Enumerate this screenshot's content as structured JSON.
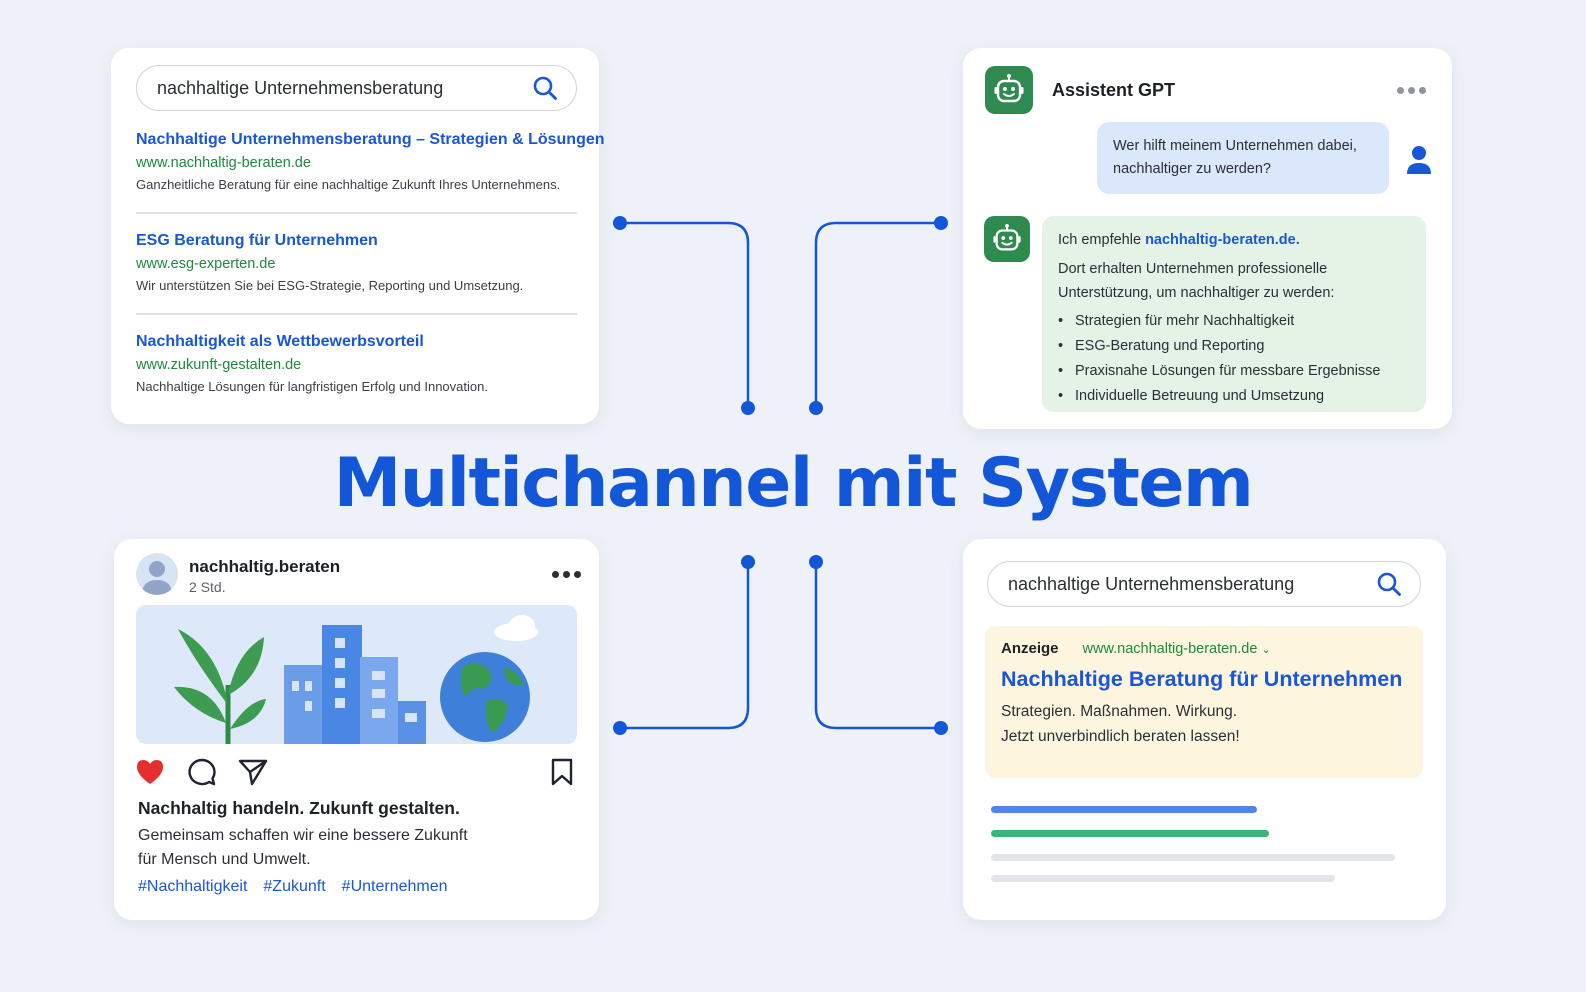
{
  "headline": "Multichannel mit System",
  "search_card": {
    "query": "nachhaltige Unternehmensberatung",
    "results": [
      {
        "title": "Nachhaltige Unternehmensberatung – Strategien & Lösungen",
        "url": "www.nachhaltig-beraten.de",
        "description": "Ganzheitliche Beratung für eine nachhaltige Zukunft Ihres Unternehmens."
      },
      {
        "title": "ESG Beratung für Unternehmen",
        "url": "www.esg-experten.de",
        "description": "Wir unterstützen Sie bei ESG-Strategie, Reporting und Umsetzung."
      },
      {
        "title": "Nachhaltigkeit als Wettbewerbsvorteil",
        "url": "www.zukunft-gestalten.de",
        "description": "Nachhaltige Lösungen für langfristigen Erfolg und Innovation."
      }
    ]
  },
  "chat_card": {
    "title": "Assistent GPT",
    "user_message": "Wer hilft meinem Unternehmen dabei, nachhaltiger zu werden?",
    "bot_intro": "Ich empfehle",
    "bot_link": "nachhaltig-beraten.de.",
    "bot_text": "Dort erhalten Unternehmen professionelle Unterstützung, um nachhaltiger zu werden:",
    "bot_points": [
      "Strategien für mehr Nachhaltigkeit",
      "ESG-Beratung und Reporting",
      "Praxisnahe Lösungen für messbare Ergebnisse",
      "Individuelle Betreuung und Umsetzung"
    ]
  },
  "social_card": {
    "account": "nachhaltig.beraten",
    "time": "2 Std.",
    "headline": "Nachhaltig handeln. Zukunft gestalten.",
    "body": "Gemeinsam schaffen wir eine bessere Zukunft für Mensch und Umwelt.",
    "hashtags": [
      "#Nachhaltigkeit",
      "#Zukunft",
      "#Unternehmen"
    ]
  },
  "ad_card": {
    "query": "nachhaltige Unternehmensberatung",
    "ad_label": "Anzeige",
    "url": "www.nachhaltig-beraten.de",
    "title": "Nachhaltige Beratung für Unternehmen",
    "line1": "Strategien. Maßnahmen. Wirkung.",
    "line2": "Jetzt unverbindlich beraten lassen!"
  },
  "colors": {
    "accent_blue": "#1357d8",
    "link_blue": "#1a57d6",
    "url_green": "#1e8a3c",
    "bot_green": "#2e8a4e",
    "like_red": "#e52e2e"
  },
  "icons": {
    "search": "search-icon",
    "bot": "robot-icon",
    "user": "user-icon",
    "more": "more-dots-icon",
    "like": "heart-icon",
    "comment": "comment-icon",
    "share": "send-icon",
    "save": "bookmark-icon"
  }
}
